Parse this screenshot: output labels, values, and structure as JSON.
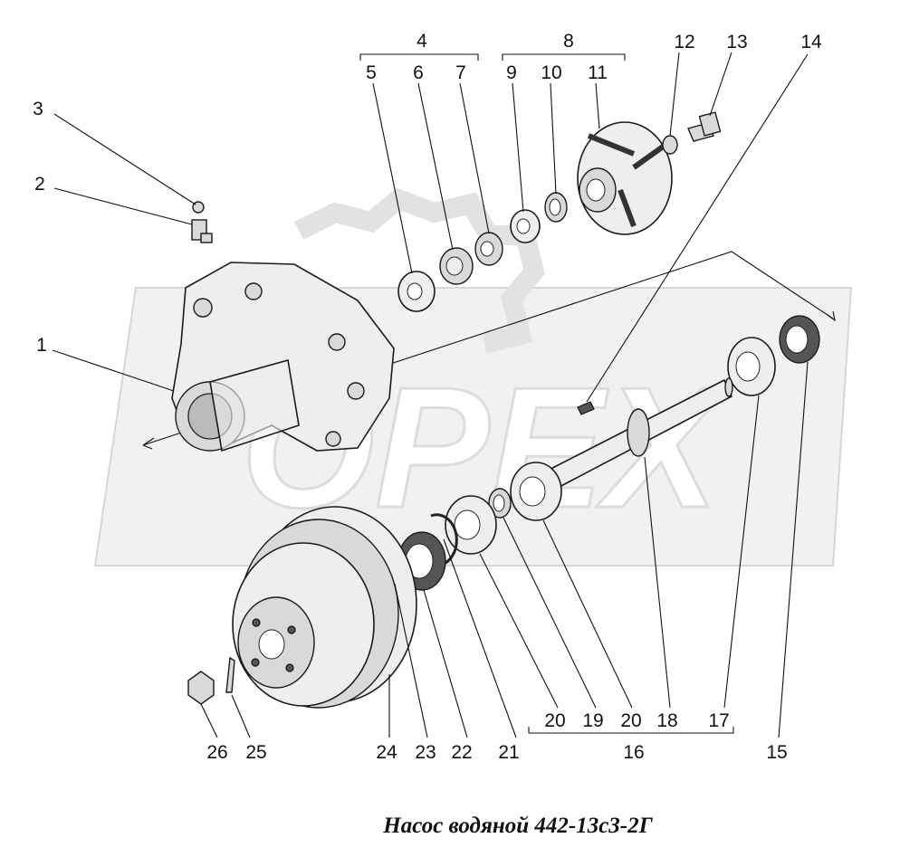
{
  "caption": "Насос водяной 442-13с3-2Г",
  "watermark": "OPEX",
  "callouts": {
    "n1": "1",
    "n2": "2",
    "n3": "3",
    "n4": "4",
    "n5": "5",
    "n6": "6",
    "n7": "7",
    "n8": "8",
    "n9": "9",
    "n10": "10",
    "n11": "11",
    "n12": "12",
    "n13": "13",
    "n14": "14",
    "n15": "15",
    "n16": "16",
    "n17": "17",
    "n18": "18",
    "n19": "19",
    "n20a": "20",
    "n20b": "20",
    "n21": "21",
    "n22": "22",
    "n23": "23",
    "n24": "24",
    "n25": "25",
    "n26": "26"
  }
}
